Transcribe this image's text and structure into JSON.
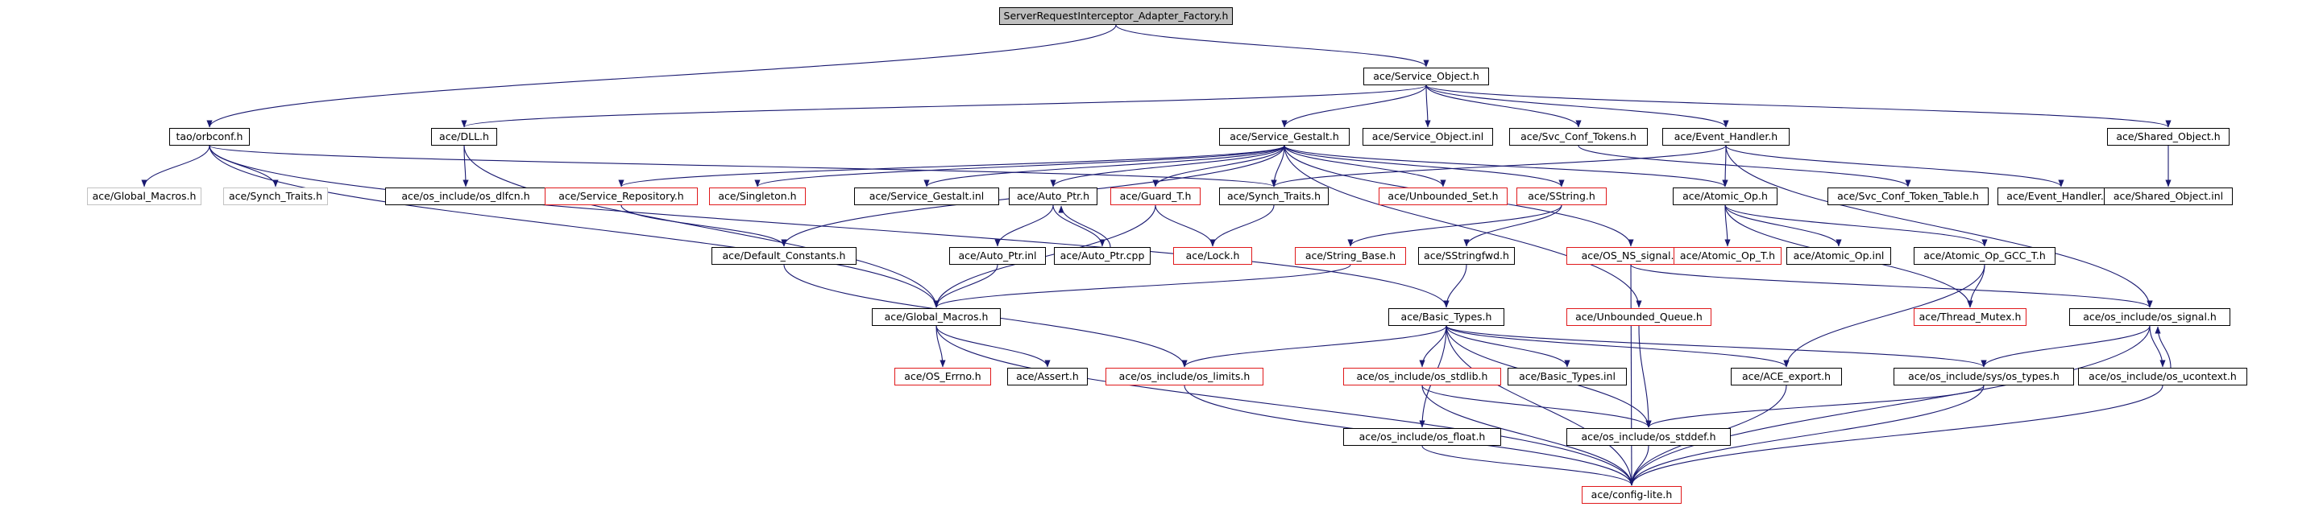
{
  "colors": {
    "edge": "#191970",
    "border_default": "#000000",
    "border_missing": "#e0191b",
    "border_external": "#c2c2c2",
    "root_fill": "#bfbfbf"
  },
  "nodes": [
    {
      "id": "root",
      "label": "ServerRequestInterceptor_Adapter_Factory.h",
      "style": "root"
    },
    {
      "id": "service_object",
      "label": "ace/Service_Object.h",
      "style": "normal"
    },
    {
      "id": "orbconf",
      "label": "tao/orbconf.h",
      "style": "normal"
    },
    {
      "id": "dll",
      "label": "ace/DLL.h",
      "style": "normal"
    },
    {
      "id": "service_gestalt",
      "label": "ace/Service_Gestalt.h",
      "style": "normal"
    },
    {
      "id": "service_object_inl",
      "label": "ace/Service_Object.inl",
      "style": "normal"
    },
    {
      "id": "svc_conf_tokens",
      "label": "ace/Svc_Conf_Tokens.h",
      "style": "normal"
    },
    {
      "id": "event_handler",
      "label": "ace/Event_Handler.h",
      "style": "normal"
    },
    {
      "id": "shared_object",
      "label": "ace/Shared_Object.h",
      "style": "normal"
    },
    {
      "id": "global_macros_ext",
      "label": "ace/Global_Macros.h",
      "style": "external"
    },
    {
      "id": "synch_traits_ext",
      "label": "ace/Synch_Traits.h",
      "style": "external"
    },
    {
      "id": "os_dlfcn",
      "label": "ace/os_include/os_dlfcn.h",
      "style": "normal"
    },
    {
      "id": "service_repository",
      "label": "ace/Service_Repository.h",
      "style": "missing"
    },
    {
      "id": "singleton",
      "label": "ace/Singleton.h",
      "style": "missing"
    },
    {
      "id": "service_gestalt_inl",
      "label": "ace/Service_Gestalt.inl",
      "style": "normal"
    },
    {
      "id": "auto_ptr",
      "label": "ace/Auto_Ptr.h",
      "style": "normal"
    },
    {
      "id": "guard_t",
      "label": "ace/Guard_T.h",
      "style": "missing"
    },
    {
      "id": "synch_traits",
      "label": "ace/Synch_Traits.h",
      "style": "normal"
    },
    {
      "id": "unbounded_set",
      "label": "ace/Unbounded_Set.h",
      "style": "missing"
    },
    {
      "id": "sstring",
      "label": "ace/SString.h",
      "style": "missing"
    },
    {
      "id": "atomic_op",
      "label": "ace/Atomic_Op.h",
      "style": "normal"
    },
    {
      "id": "svc_conf_token_table",
      "label": "ace/Svc_Conf_Token_Table.h",
      "style": "normal"
    },
    {
      "id": "event_handler_inl",
      "label": "ace/Event_Handler.inl",
      "style": "normal"
    },
    {
      "id": "shared_object_inl",
      "label": "ace/Shared_Object.inl",
      "style": "normal"
    },
    {
      "id": "default_constants",
      "label": "ace/Default_Constants.h",
      "style": "normal"
    },
    {
      "id": "auto_ptr_inl",
      "label": "ace/Auto_Ptr.inl",
      "style": "normal"
    },
    {
      "id": "auto_ptr_cpp",
      "label": "ace/Auto_Ptr.cpp",
      "style": "normal"
    },
    {
      "id": "lock",
      "label": "ace/Lock.h",
      "style": "missing"
    },
    {
      "id": "string_base",
      "label": "ace/String_Base.h",
      "style": "missing"
    },
    {
      "id": "sstringfwd",
      "label": "ace/SStringfwd.h",
      "style": "normal"
    },
    {
      "id": "os_ns_signal",
      "label": "ace/OS_NS_signal.h",
      "style": "missing"
    },
    {
      "id": "atomic_op_t",
      "label": "ace/Atomic_Op_T.h",
      "style": "missing"
    },
    {
      "id": "atomic_op_inl",
      "label": "ace/Atomic_Op.inl",
      "style": "normal"
    },
    {
      "id": "atomic_op_gcc_t",
      "label": "ace/Atomic_Op_GCC_T.h",
      "style": "normal"
    },
    {
      "id": "global_macros",
      "label": "ace/Global_Macros.h",
      "style": "normal"
    },
    {
      "id": "basic_types",
      "label": "ace/Basic_Types.h",
      "style": "normal"
    },
    {
      "id": "unbounded_queue",
      "label": "ace/Unbounded_Queue.h",
      "style": "missing"
    },
    {
      "id": "thread_mutex",
      "label": "ace/Thread_Mutex.h",
      "style": "missing"
    },
    {
      "id": "os_signal",
      "label": "ace/os_include/os_signal.h",
      "style": "normal"
    },
    {
      "id": "os_errno",
      "label": "ace/OS_Errno.h",
      "style": "missing"
    },
    {
      "id": "assert",
      "label": "ace/Assert.h",
      "style": "normal"
    },
    {
      "id": "os_limits",
      "label": "ace/os_include/os_limits.h",
      "style": "missing"
    },
    {
      "id": "os_stdlib",
      "label": "ace/os_include/os_stdlib.h",
      "style": "missing"
    },
    {
      "id": "basic_types_inl",
      "label": "ace/Basic_Types.inl",
      "style": "normal"
    },
    {
      "id": "ace_export",
      "label": "ace/ACE_export.h",
      "style": "normal"
    },
    {
      "id": "sys_os_types",
      "label": "ace/os_include/sys/os_types.h",
      "style": "normal"
    },
    {
      "id": "os_ucontext",
      "label": "ace/os_include/os_ucontext.h",
      "style": "normal"
    },
    {
      "id": "os_float",
      "label": "ace/os_include/os_float.h",
      "style": "normal"
    },
    {
      "id": "os_stddef",
      "label": "ace/os_include/os_stddef.h",
      "style": "normal"
    },
    {
      "id": "config_lite",
      "label": "ace/config-lite.h",
      "style": "missing"
    }
  ],
  "edges": [
    [
      "root",
      "service_object"
    ],
    [
      "root",
      "orbconf"
    ],
    [
      "service_object",
      "dll"
    ],
    [
      "service_object",
      "service_gestalt"
    ],
    [
      "service_object",
      "service_object_inl"
    ],
    [
      "service_object",
      "svc_conf_tokens"
    ],
    [
      "service_object",
      "event_handler"
    ],
    [
      "service_object",
      "shared_object"
    ],
    [
      "orbconf",
      "global_macros_ext"
    ],
    [
      "orbconf",
      "synch_traits_ext"
    ],
    [
      "orbconf",
      "synch_traits"
    ],
    [
      "orbconf",
      "global_macros"
    ],
    [
      "orbconf",
      "basic_types"
    ],
    [
      "dll",
      "os_dlfcn"
    ],
    [
      "dll",
      "global_macros"
    ],
    [
      "service_gestalt",
      "service_repository"
    ],
    [
      "service_gestalt",
      "singleton"
    ],
    [
      "service_gestalt",
      "service_gestalt_inl"
    ],
    [
      "service_gestalt",
      "auto_ptr"
    ],
    [
      "service_gestalt",
      "guard_t"
    ],
    [
      "service_gestalt",
      "synch_traits"
    ],
    [
      "service_gestalt",
      "unbounded_set"
    ],
    [
      "service_gestalt",
      "sstring"
    ],
    [
      "service_gestalt",
      "atomic_op"
    ],
    [
      "service_gestalt",
      "default_constants"
    ],
    [
      "service_gestalt",
      "unbounded_queue"
    ],
    [
      "service_gestalt",
      "os_ns_signal"
    ],
    [
      "svc_conf_tokens",
      "svc_conf_token_table"
    ],
    [
      "event_handler",
      "atomic_op"
    ],
    [
      "event_handler",
      "synch_traits"
    ],
    [
      "event_handler",
      "event_handler_inl"
    ],
    [
      "event_handler",
      "os_signal"
    ],
    [
      "shared_object",
      "shared_object_inl"
    ],
    [
      "service_repository",
      "default_constants"
    ],
    [
      "auto_ptr",
      "auto_ptr_inl"
    ],
    [
      "auto_ptr",
      "auto_ptr_cpp"
    ],
    [
      "auto_ptr_cpp",
      "auto_ptr"
    ],
    [
      "auto_ptr_inl",
      "global_macros"
    ],
    [
      "guard_t",
      "lock"
    ],
    [
      "guard_t",
      "global_macros"
    ],
    [
      "synch_traits",
      "lock"
    ],
    [
      "sstring",
      "string_base"
    ],
    [
      "sstring",
      "sstringfwd"
    ],
    [
      "atomic_op",
      "atomic_op_t"
    ],
    [
      "atomic_op",
      "atomic_op_inl"
    ],
    [
      "atomic_op",
      "atomic_op_gcc_t"
    ],
    [
      "atomic_op",
      "thread_mutex"
    ],
    [
      "atomic_op_gcc_t",
      "thread_mutex"
    ],
    [
      "atomic_op_gcc_t",
      "ace_export"
    ],
    [
      "default_constants",
      "os_limits"
    ],
    [
      "string_base",
      "global_macros"
    ],
    [
      "sstringfwd",
      "basic_types"
    ],
    [
      "os_ns_signal",
      "os_signal"
    ],
    [
      "os_ns_signal",
      "config_lite"
    ],
    [
      "global_macros",
      "os_errno"
    ],
    [
      "global_macros",
      "assert"
    ],
    [
      "global_macros",
      "config_lite"
    ],
    [
      "basic_types",
      "os_limits"
    ],
    [
      "basic_types",
      "os_stdlib"
    ],
    [
      "basic_types",
      "basic_types_inl"
    ],
    [
      "basic_types",
      "ace_export"
    ],
    [
      "basic_types",
      "sys_os_types"
    ],
    [
      "basic_types",
      "os_float"
    ],
    [
      "basic_types",
      "os_stddef"
    ],
    [
      "basic_types",
      "config_lite"
    ],
    [
      "unbounded_queue",
      "os_stddef"
    ],
    [
      "os_signal",
      "sys_os_types"
    ],
    [
      "os_signal",
      "os_ucontext"
    ],
    [
      "os_signal",
      "config_lite"
    ],
    [
      "os_ucontext",
      "os_signal"
    ],
    [
      "os_ucontext",
      "config_lite"
    ],
    [
      "os_limits",
      "config_lite"
    ],
    [
      "os_stdlib",
      "os_stddef"
    ],
    [
      "os_stdlib",
      "config_lite"
    ],
    [
      "ace_export",
      "config_lite"
    ],
    [
      "sys_os_types",
      "os_stddef"
    ],
    [
      "sys_os_types",
      "config_lite"
    ],
    [
      "os_float",
      "config_lite"
    ],
    [
      "os_stddef",
      "config_lite"
    ]
  ]
}
